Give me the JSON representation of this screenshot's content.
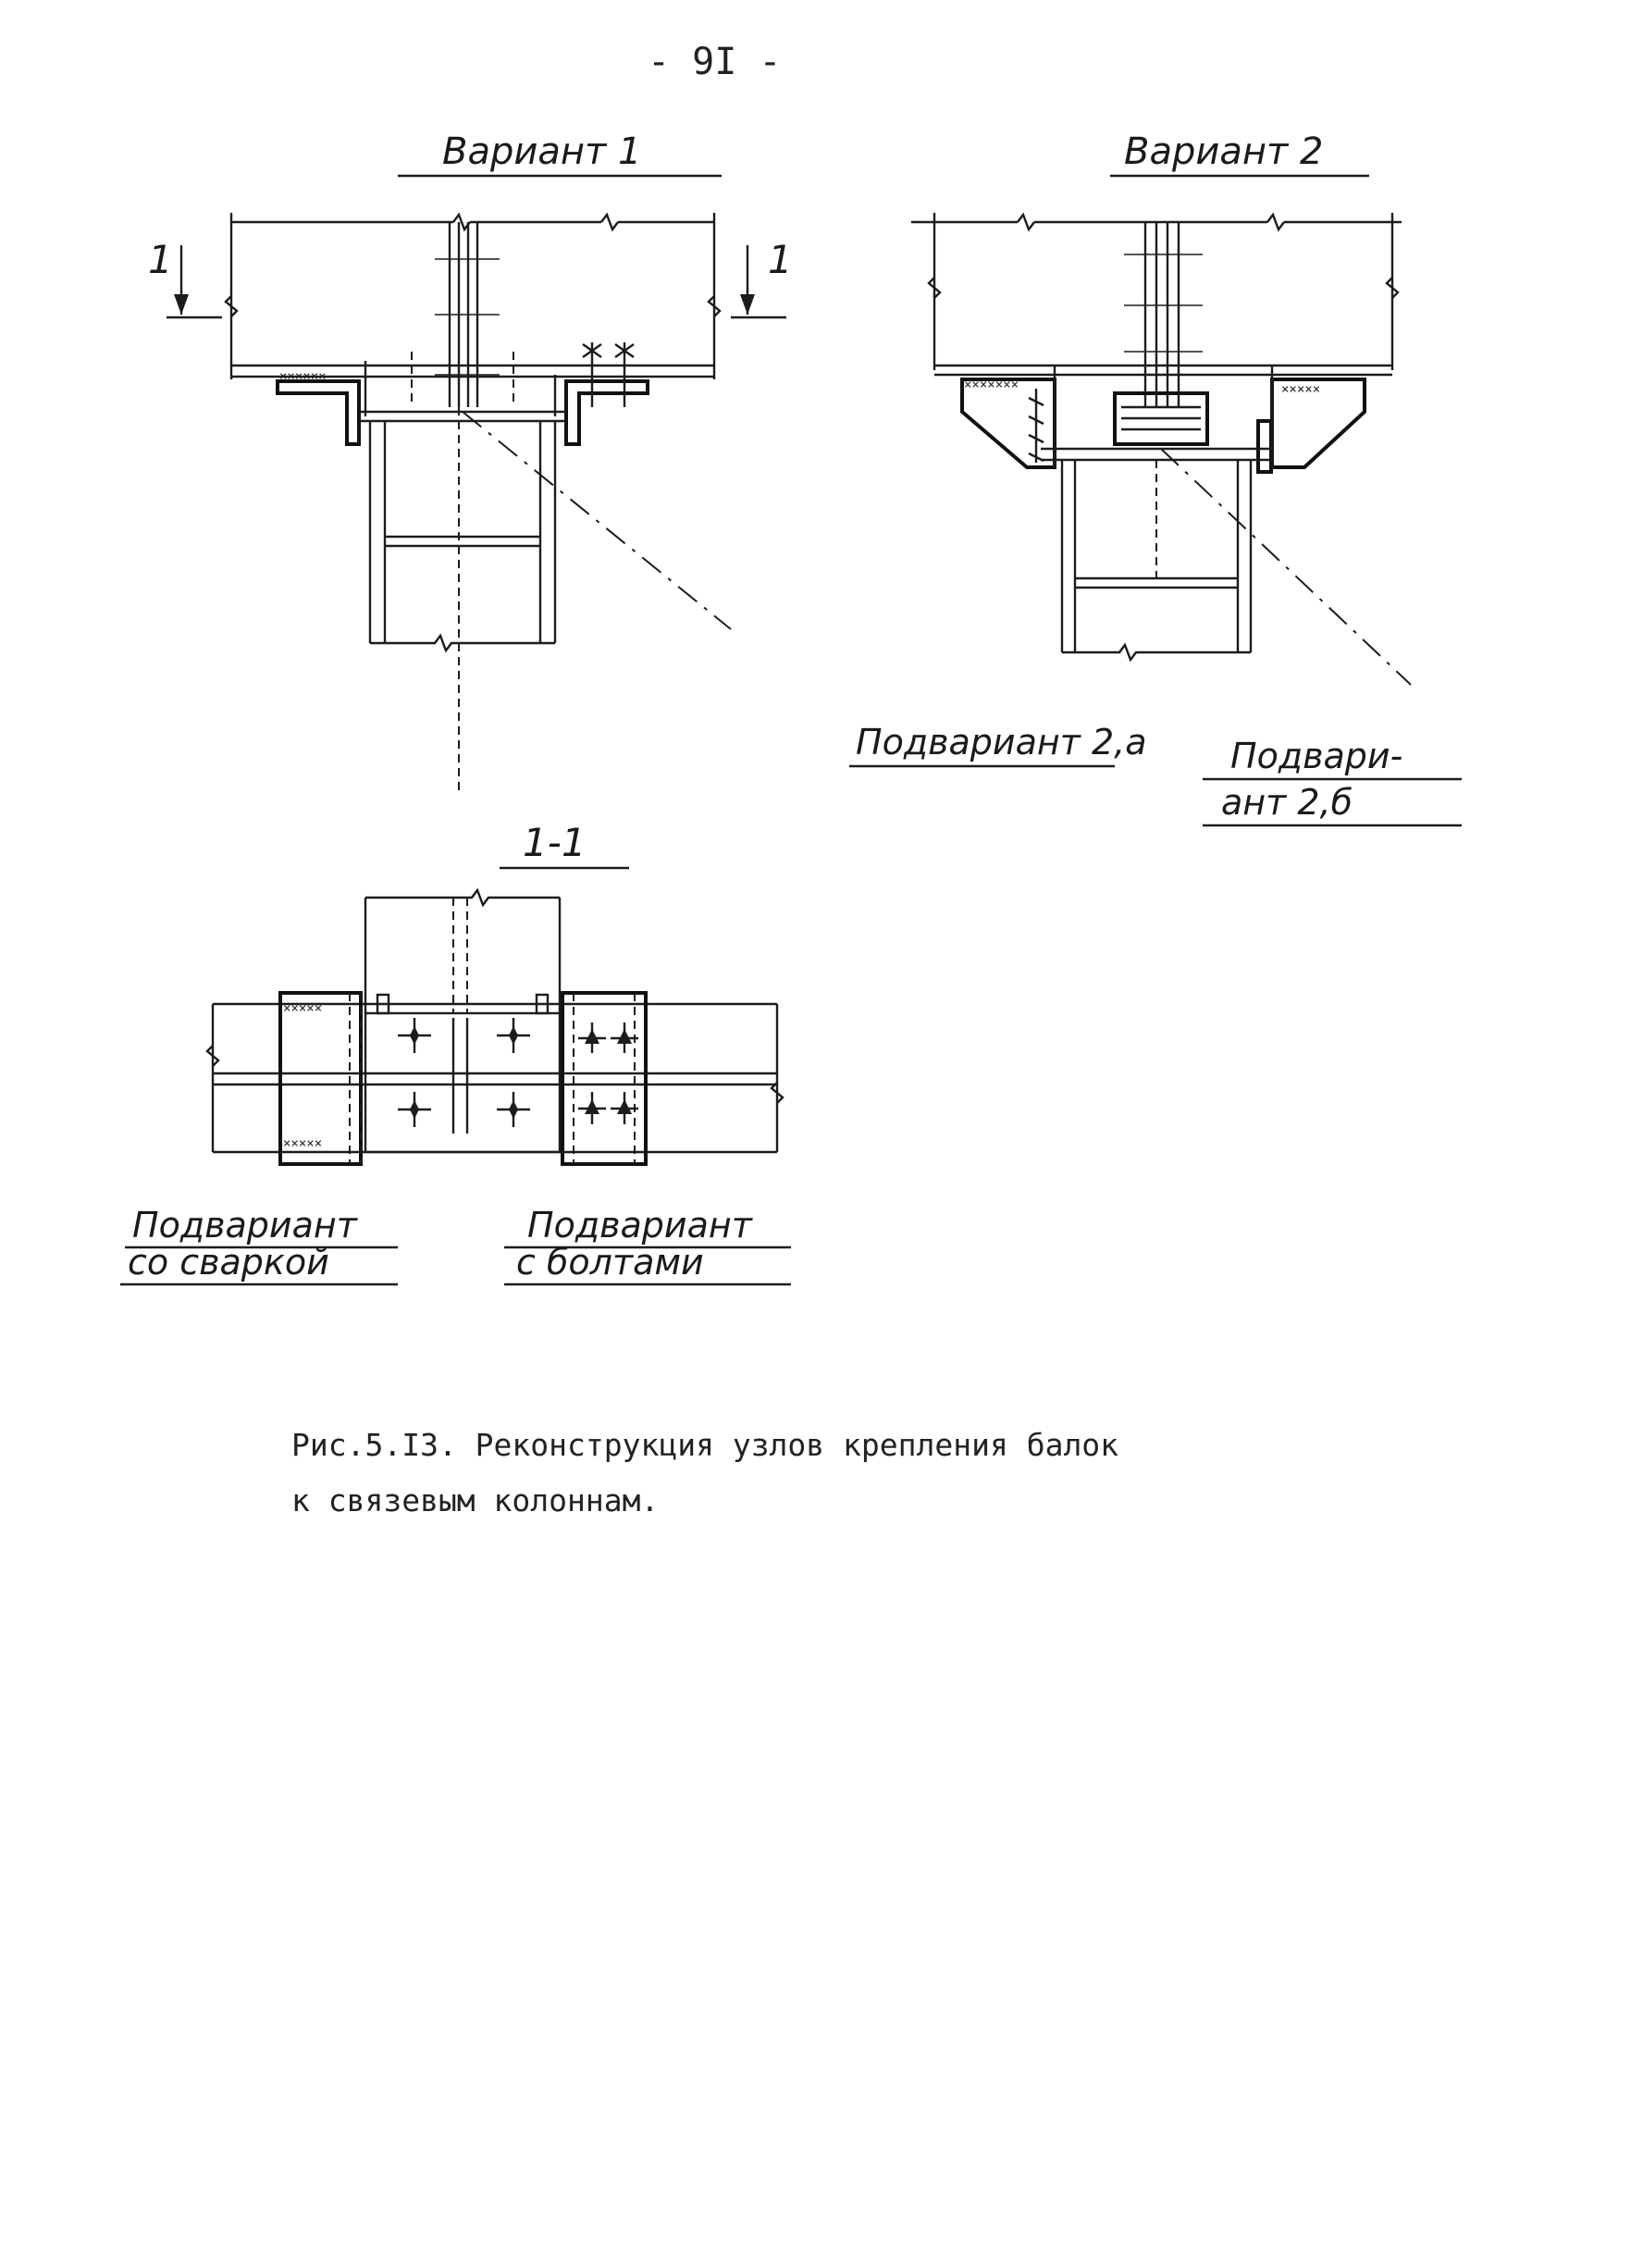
{
  "page_number": "- 9I -",
  "labels": {
    "variant1": "Вариант 1",
    "variant2": "Вариант 2",
    "section_mark_left": "1",
    "section_mark_right": "1",
    "section_title": "1-1",
    "subvariant_2a": "Подвариант 2,а",
    "subvariant_2b_line1": "Подвари-",
    "subvariant_2b_line2": "ант 2,б",
    "subvariant_weld_line1": "Подвариант",
    "subvariant_weld_line2": "со сваркой",
    "subvariant_bolt_line1": "Подвариант",
    "subvariant_bolt_line2": "с болтами"
  },
  "caption": {
    "line1": "Рис.5.I3. Реконструкция узлов крепления балок",
    "line2": "к связевым колоннам."
  }
}
